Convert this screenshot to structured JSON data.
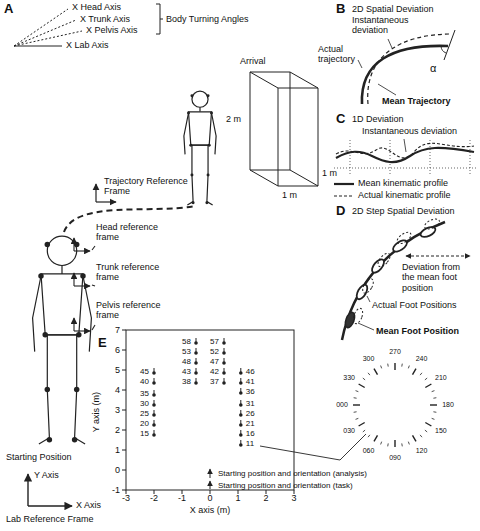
{
  "diagram": {
    "labels": [
      "A",
      "X Head Axis",
      "X Trunk Axis",
      "X Pelvis Axis",
      "X Lab Axis",
      "Body Turning Angles",
      "Arrival",
      "2 m",
      "1 m",
      "1 m",
      "Trajectory Reference Frame",
      "Head reference frame",
      "Trunk reference frame",
      "Pelvis reference frame",
      "Starting Position",
      "Y Axis",
      "X Axis",
      "Lab Reference Frame",
      "B",
      "2D Spatial Deviation",
      "Instantaneous deviation",
      "Actual trajectory",
      "α",
      "Mean Trajectory",
      "C",
      "1D Deviation",
      "Instantaneous deviation",
      "Mean kinematic profile",
      "Actual kinematic profile",
      "D",
      "2D Step Spatial Deviation",
      "Deviation from the mean foot position",
      "Actual Foot Positions",
      "Mean Foot Position",
      "E",
      "Y axis (m)",
      "X axis (m)",
      "7",
      "6",
      "5",
      "4",
      "3",
      "2",
      "1",
      "0",
      "-1",
      "-3",
      "-2",
      "-1",
      "0",
      "1",
      "2",
      "3",
      "Starting position and orientation (analysis)",
      "Starting position and orientation (task)",
      "58",
      "57",
      "53",
      "52",
      "48",
      "47",
      "46",
      "45",
      "43",
      "42",
      "41",
      "40",
      "38",
      "37",
      "36",
      "35",
      "31",
      "30",
      "26",
      "25",
      "21",
      "20",
      "16",
      "15",
      "11",
      "270",
      "240",
      "210",
      "180",
      "150",
      "120",
      "090",
      "060",
      "030",
      "000",
      "330",
      "300"
    ]
  }
}
